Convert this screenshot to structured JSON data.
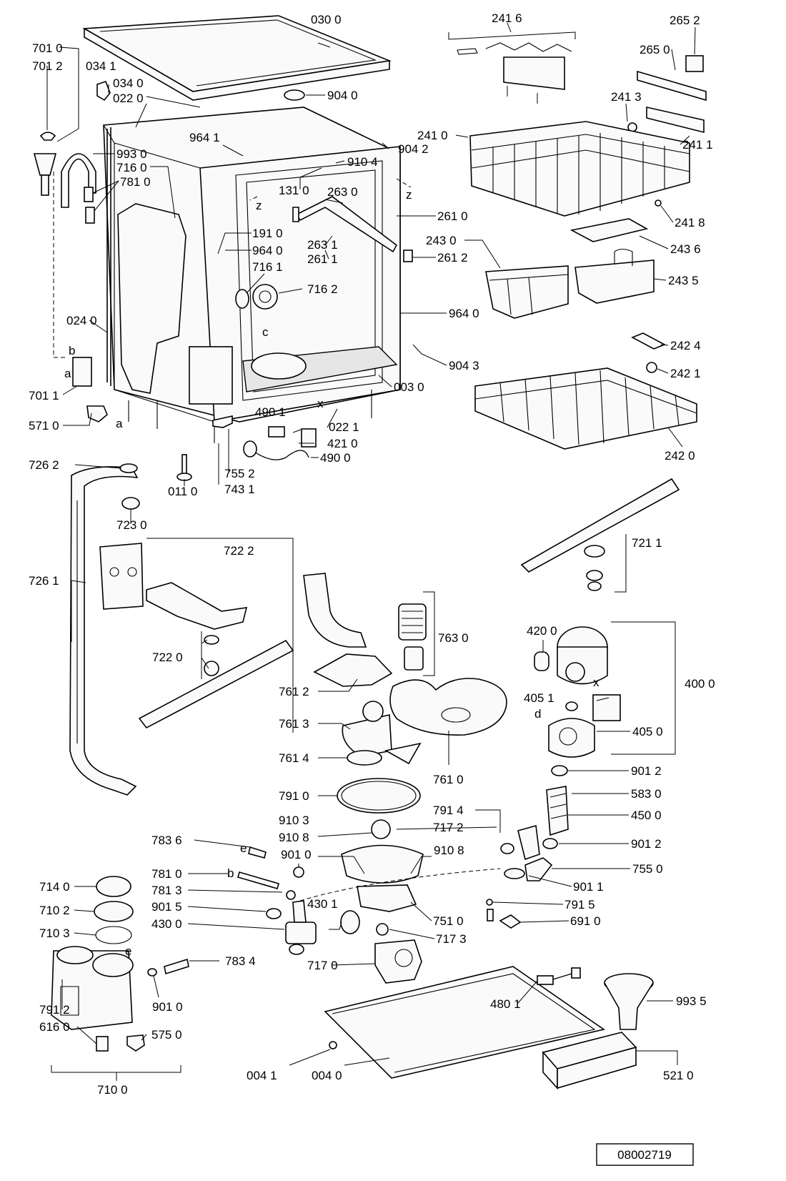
{
  "diagram": {
    "doc_number": "08002719",
    "letters": {
      "z1": "z",
      "z2": "z",
      "c": "c",
      "x1": "x",
      "x2": "x",
      "b1": "b",
      "a1": "a",
      "a2": "a",
      "d": "d",
      "e1": "e",
      "e2": "e",
      "b2": "b"
    },
    "labels": {
      "p0300": "030 0",
      "p7010": "701 0",
      "p7012": "701 2",
      "p0341": "034 1",
      "p0340": "034 0",
      "p0220": "022 0",
      "p9040": "904 0",
      "p9641": "964 1",
      "p9930": "993 0",
      "p7160": "716 0",
      "p7810": "781 0",
      "p9042": "904 2",
      "p9104": "910 4",
      "p1310": "131 0",
      "p2630": "263 0",
      "p1910": "191 0",
      "p9640": "964 0",
      "p2631": "263 1",
      "p2611": "261 1",
      "p2610": "261 0",
      "p2612": "261 2",
      "p7161": "716 1",
      "p7162": "716 2",
      "p0240": "024 0",
      "p9640b": "964 0",
      "p9043": "904 3",
      "p0030": "003 0",
      "p7011": "701 1",
      "p5710": "571 0",
      "p4901": "490 1",
      "p0221": "022 1",
      "p4210": "421 0",
      "p4900": "490 0",
      "p7552": "755 2",
      "p7431": "743 1",
      "p0110": "011 0",
      "p2416": "241 6",
      "p2652": "265 2",
      "p2650": "265 0",
      "p2413": "241 3",
      "p2410": "241 0",
      "p2411": "241 1",
      "p2418": "241 8",
      "p2430": "243 0",
      "p2436": "243 6",
      "p2435": "243 5",
      "p2424": "242 4",
      "p2421": "242 1",
      "p2420": "242 0",
      "p7262": "726 2",
      "p7230": "723 0",
      "p7222": "722 2",
      "p7261": "726 1",
      "p7220": "722 0",
      "p7211": "721 1",
      "p7630": "763 0",
      "p7612": "761 2",
      "p7613": "761 3",
      "p7614": "761 4",
      "p7610": "761 0",
      "p4200": "420 0",
      "p4000": "400 0",
      "p4051": "405 1",
      "p4050": "405 0",
      "p9012a": "901 2",
      "p5830": "583 0",
      "p4500": "450 0",
      "p9012b": "901 2",
      "p7914": "791 4",
      "p7910": "791 0",
      "p9103": "910 3",
      "p7172": "717 2",
      "p9108a": "910 8",
      "p9108b": "910 8",
      "p7836": "783 6",
      "p9010a": "901 0",
      "p7810b": "781 0",
      "p7813": "781 3",
      "p9015": "901 5",
      "p4300": "430 0",
      "p4301": "430 1",
      "p7510": "751 0",
      "p7173": "717 3",
      "p7170": "717 0",
      "p9011": "901 1",
      "p7550": "755 0",
      "p7915": "791 5",
      "p6910": "691 0",
      "p7140": "714 0",
      "p7102": "710 2",
      "p7103": "710 3",
      "p7834": "783 4",
      "p7912": "791 2",
      "p6160": "616 0",
      "p9010b": "901 0",
      "p5750": "575 0",
      "p7100": "710 0",
      "p4801": "480 1",
      "p9935": "993 5",
      "p0041": "004 1",
      "p0040": "004 0",
      "p5210": "521 0"
    }
  }
}
